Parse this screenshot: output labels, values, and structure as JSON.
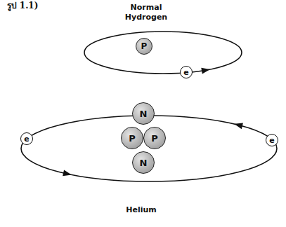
{
  "diagram": {
    "nodes": [
      {
        "text": [
          "P"
        ]
      },
      {
        "text": [
          "e"
        ]
      },
      {
        "text": [
          "N"
        ]
      },
      {
        "text": [
          "e"
        ]
      },
      {
        "text": [
          "e"
        ]
      },
      {
        "text": [
          "P"
        ]
      },
      {
        "text": [
          "P"
        ]
      },
      {
        "text": [
          "N"
        ]
      }
    ],
    "labels": [
      "รูป 1.1)",
      "Normal Hydrogen",
      "Helium"
    ]
  }
}
